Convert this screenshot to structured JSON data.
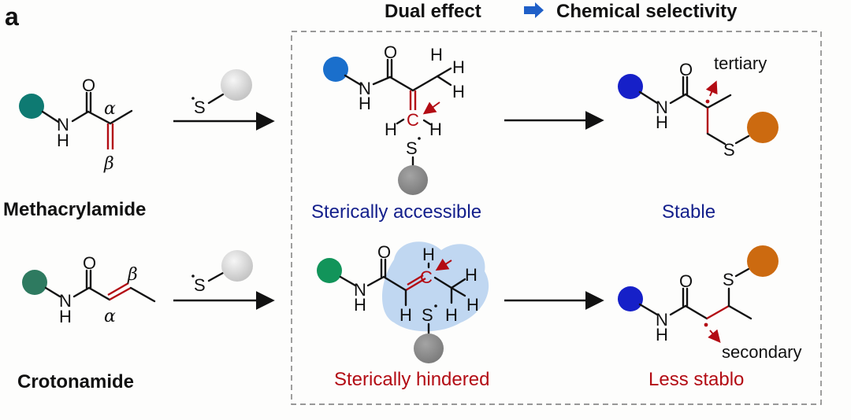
{
  "panel_label": "a",
  "header": {
    "left": "Dual effect",
    "right": "Chemical selectivity",
    "arrow_color": "#1f5fc8"
  },
  "reactants": [
    {
      "name": "Methacrylamide",
      "alpha": "α",
      "beta": "β",
      "sphere_color": "#0e7a72"
    },
    {
      "name": "Crotonamide",
      "alpha": "α",
      "beta": "β",
      "sphere_color": "#2e7a60"
    }
  ],
  "reagent": {
    "label": "S",
    "radical_dot": "·",
    "sphere_color": "#dcdcdc"
  },
  "atoms": {
    "O": "O",
    "N": "N",
    "H": "H",
    "C": "C",
    "S": "S"
  },
  "intermediates": [
    {
      "caption": "Sterically accessible",
      "caption_color": "#14208c",
      "sphere_color": "#1a6fcc"
    },
    {
      "caption": "Sterically  hindered",
      "caption_color": "#b30c14",
      "sphere_color": "#12945a",
      "cloud_color": "#b9d3ef"
    }
  ],
  "products": [
    {
      "caption": "Stable",
      "caption_color": "#14208c",
      "radical_type": "tertiary",
      "sphere_color": "#1620c8",
      "thiol_color": "#cc6a10"
    },
    {
      "caption": "Less stablo",
      "caption_color": "#b30c14",
      "radical_type": "secondary",
      "sphere_color": "#1620c8",
      "thiol_color": "#cc6a10"
    }
  ],
  "colors": {
    "red": "#b30c14",
    "thiol_sphere_grey": "#8e8e8e"
  }
}
